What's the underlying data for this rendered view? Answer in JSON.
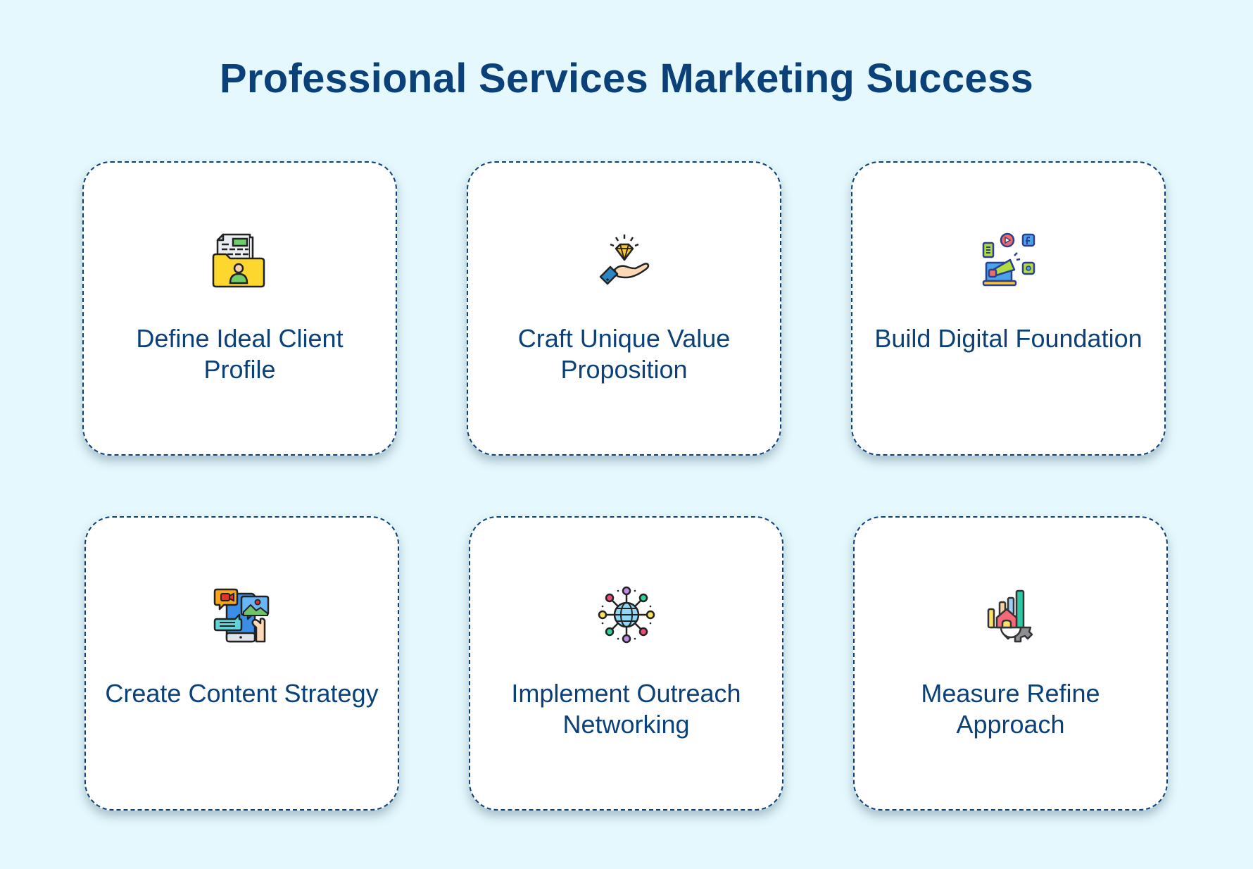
{
  "title": "Professional Services Marketing Success",
  "colors": {
    "background": "#e4f8fd",
    "card_background": "#ffffff",
    "card_border": "#0b4178",
    "text": "#0b4178"
  },
  "cards": [
    {
      "label": "Define Ideal Client Profile",
      "icon": "client-profile-folder-icon"
    },
    {
      "label": "Craft Unique Value Proposition",
      "icon": "diamond-hand-icon"
    },
    {
      "label": "Build Digital Foundation",
      "icon": "digital-marketing-megaphone-icon"
    },
    {
      "label": "Create Content Strategy",
      "icon": "content-phone-media-icon"
    },
    {
      "label": "Implement Outreach Networking",
      "icon": "globe-network-icon"
    },
    {
      "label": "Measure Refine Approach",
      "icon": "growth-chart-gear-icon"
    }
  ]
}
